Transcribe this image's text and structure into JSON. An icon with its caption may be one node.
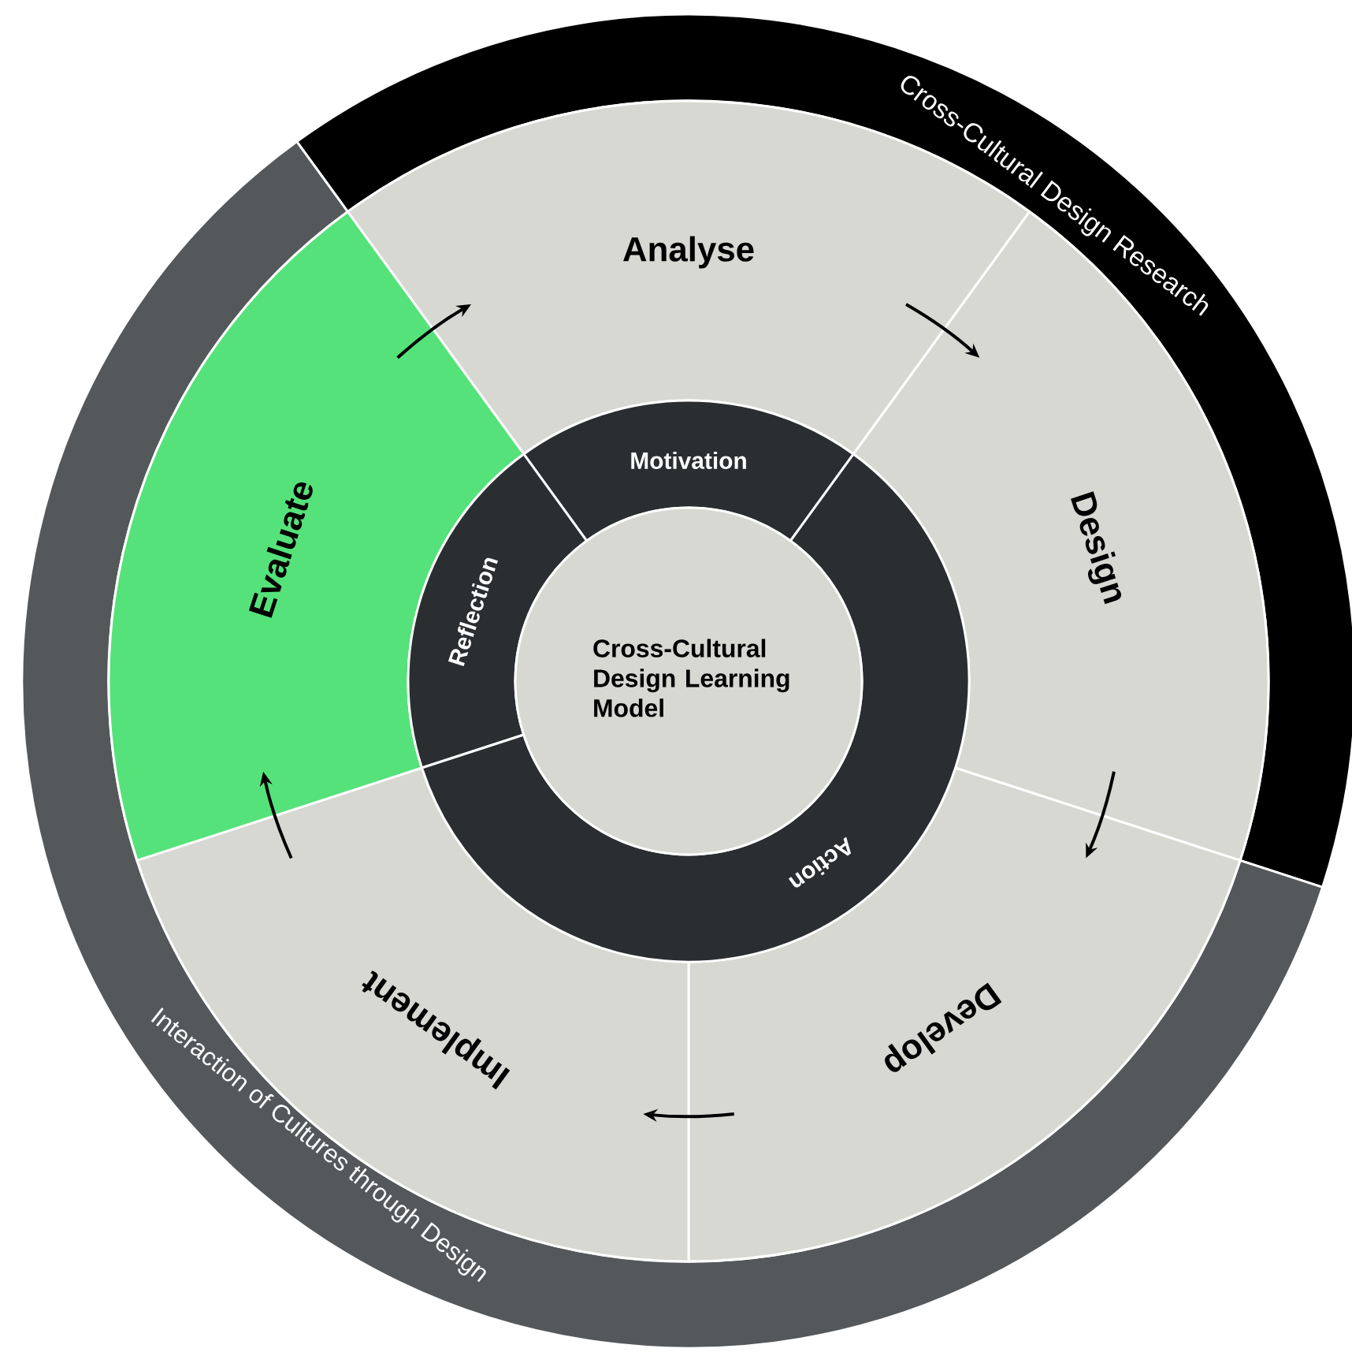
{
  "diagram": {
    "nodes": [
      {
        "text": [
          "Cross-Cultural Design Research"
        ]
      },
      {
        "text": [
          "Interaction of Cultures through Design"
        ]
      },
      {
        "text": [
          "Analyse"
        ]
      },
      {
        "text": [
          "Design"
        ]
      },
      {
        "text": [
          "Develop"
        ]
      },
      {
        "text": [
          "Implement"
        ]
      },
      {
        "text": [
          "Evaluate"
        ]
      },
      {
        "text": [
          "Motivation"
        ]
      },
      {
        "text": [
          "Reflection"
        ]
      },
      {
        "text": [
          "Action"
        ]
      },
      {
        "text": [
          "Cross-Cultural Design Learning Model"
        ]
      }
    ],
    "edges": [
      {
        "from": 6,
        "to": 2,
        "arrow": "to"
      },
      {
        "from": 2,
        "to": 3,
        "arrow": "to"
      },
      {
        "from": 3,
        "to": 4,
        "arrow": "to"
      },
      {
        "from": 4,
        "to": 5,
        "arrow": "to"
      },
      {
        "from": 5,
        "to": 6,
        "arrow": "to"
      }
    ]
  }
}
